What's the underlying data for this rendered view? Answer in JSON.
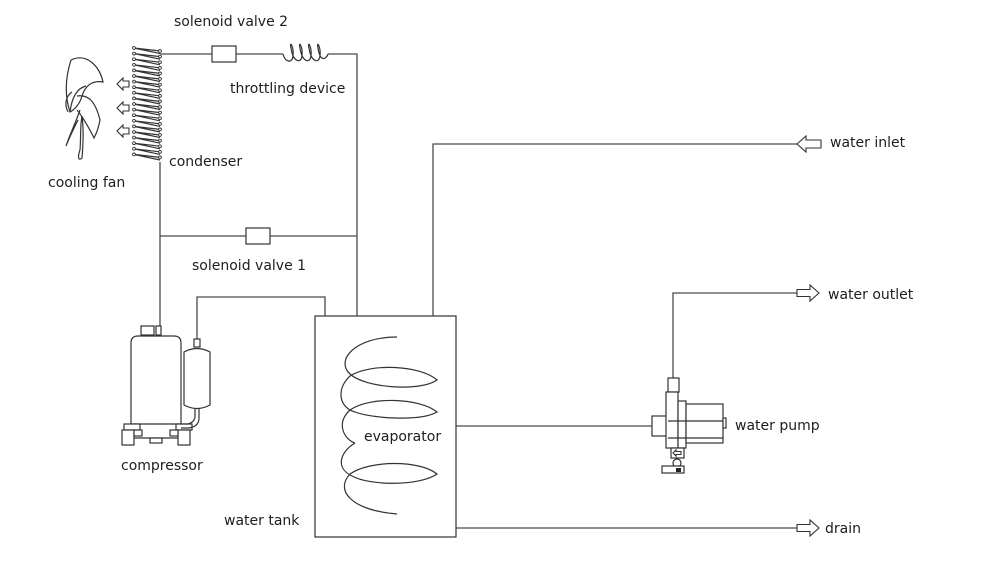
{
  "diagram": {
    "title": "Water chiller refrigeration and water circuit schematic",
    "components": {
      "solenoid_valve_2": "solenoid valve 2",
      "throttling_device": "throttling device",
      "condenser": "condenser",
      "cooling_fan": "cooling fan",
      "solenoid_valve_1": "solenoid valve 1",
      "compressor": "compressor",
      "evaporator": "evaporator",
      "water_tank": "water tank",
      "water_pump": "water pump"
    },
    "ports": {
      "water_inlet": "water inlet",
      "water_outlet": "water outlet",
      "drain": "drain"
    },
    "flow_arrows": {
      "airflow": "left",
      "water_inlet": "left",
      "water_outlet": "right",
      "drain": "right"
    },
    "colors": {
      "line": "#333333",
      "text": "#1e1e1e",
      "background": "#ffffff"
    }
  }
}
